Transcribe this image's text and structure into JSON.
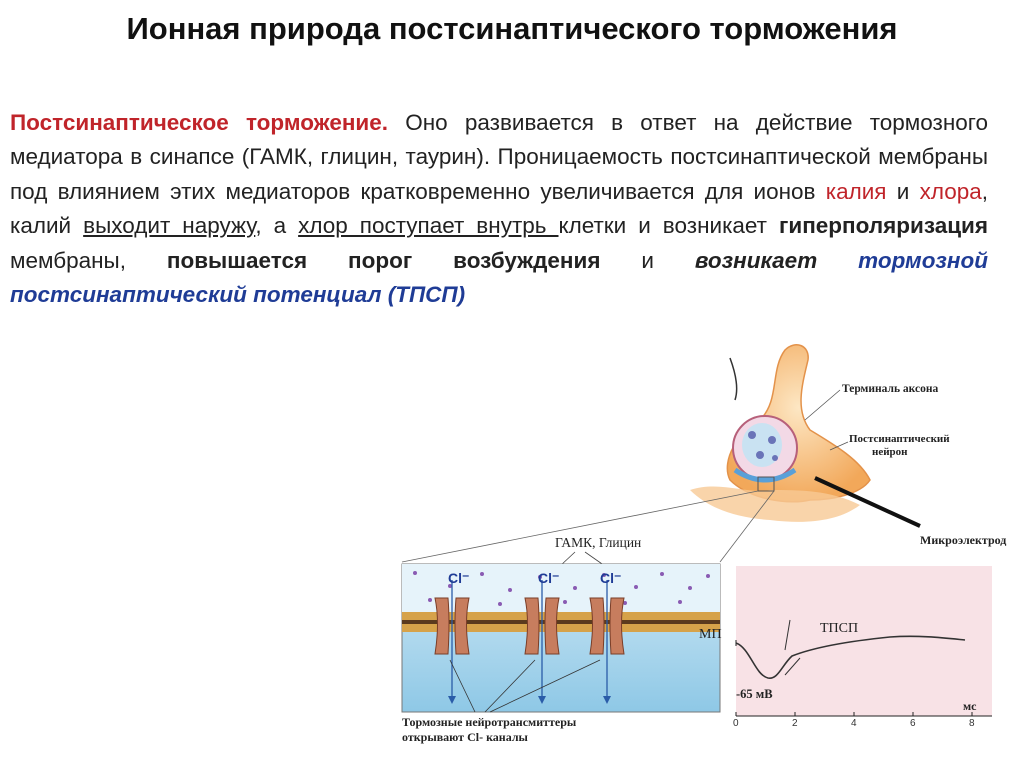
{
  "title": "Ионная природа постсинаптического торможения",
  "paragraph": {
    "lead": "Постсинаптическое торможение.",
    "t1": " Оно развивается в ответ на действие тормозного медиатора в синапсе (ГАМК, глицин, таурин). Проницаемость постсинаптической мембраны под влиянием этих медиаторов кратковременно увеличивается для ионов ",
    "potassium": "калия",
    "t2": " и ",
    "chlorine": "хлора",
    "t3": ", калий ",
    "goes_out": "выходит наружу",
    "t4": ", а ",
    "cl_in": "хлор поступает внутрь ",
    "t5": "клетки и возникает ",
    "hyperpol": "гиперполяризация",
    "t6": " мембраны, ",
    "threshold": "повышается порог возбуждения",
    "t7": " и ",
    "arises": "возникает",
    "ipsp": " тормозной постсинаптический потенциал (ТПСП)"
  },
  "figure": {
    "axon_terminal": "Терминаль аксона",
    "postsynaptic_neuron_1": "Постсинаптический",
    "postsynaptic_neuron_2": "нейрон",
    "microelectrode": "Микроэлектрод",
    "mediators": "ГАМК, Глицин",
    "cl_ion": "Cl⁻",
    "caption_1": "Тормозные нейротрансмиттеры",
    "caption_2": "открывают Cl- каналы",
    "graph": {
      "mp_label": "МП",
      "ipsp_label": "ТПСП",
      "voltage_label": "-65 мВ",
      "unit_label": "мс",
      "ticks": [
        "0",
        "2",
        "4",
        "6",
        "8"
      ]
    }
  }
}
